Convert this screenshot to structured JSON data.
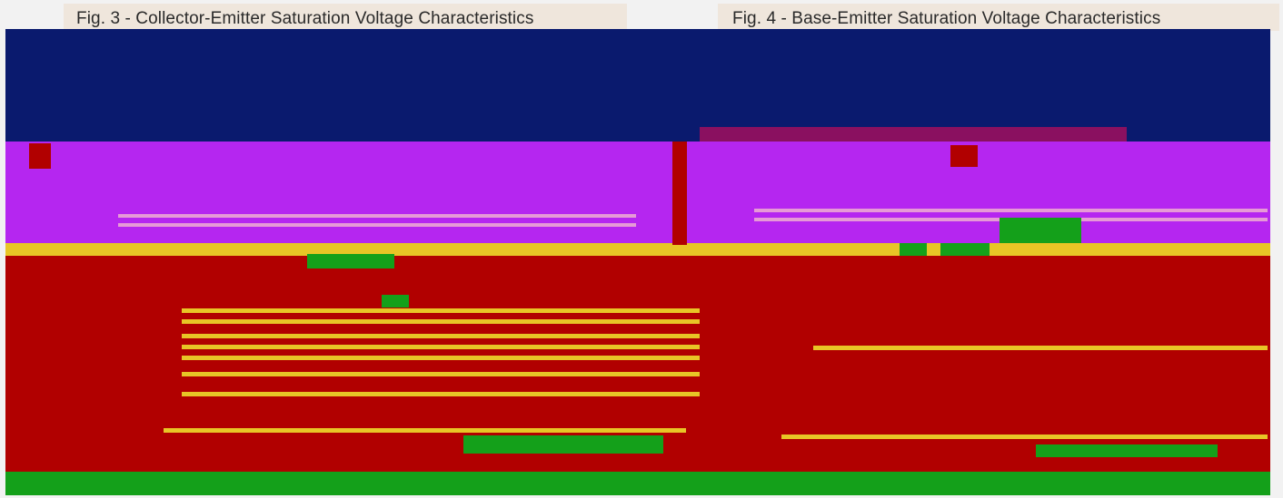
{
  "chart_data": [
    {
      "type": "line",
      "title": "Fig. 3 - Collector-Emitter Saturation Voltage Characteristics",
      "xlabel": "",
      "ylabel": "",
      "categories": [],
      "series": [],
      "grid": true
    },
    {
      "type": "line",
      "title": "Fig. 4 - Base-Emitter Saturation Voltage Characteristics",
      "xlabel": "",
      "ylabel": "",
      "categories": [],
      "series": [],
      "grid": true
    }
  ],
  "colors": {
    "navy": "#0a1a6e",
    "violet": "#b526f0",
    "yellow": "#e8c526",
    "red": "#b10000",
    "green": "#14a01a",
    "pink": "#e69ad6"
  }
}
